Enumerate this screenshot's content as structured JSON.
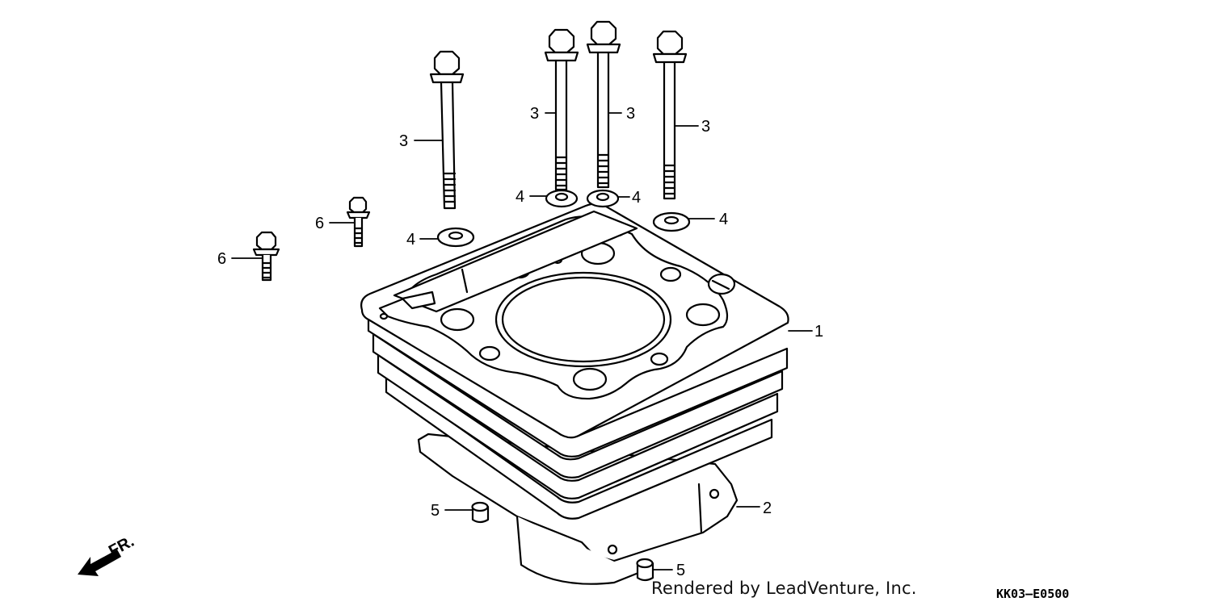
{
  "callouts": [
    {
      "id": "c1",
      "label": "1"
    },
    {
      "id": "c2",
      "label": "2"
    },
    {
      "id": "c3a",
      "label": "3"
    },
    {
      "id": "c3b",
      "label": "3"
    },
    {
      "id": "c3c",
      "label": "3"
    },
    {
      "id": "c3d",
      "label": "3"
    },
    {
      "id": "c4a",
      "label": "4"
    },
    {
      "id": "c4b",
      "label": "4"
    },
    {
      "id": "c4c",
      "label": "4"
    },
    {
      "id": "c4d",
      "label": "4"
    },
    {
      "id": "c5a",
      "label": "5"
    },
    {
      "id": "c5b",
      "label": "5"
    },
    {
      "id": "c6a",
      "label": "6"
    },
    {
      "id": "c6b",
      "label": "6"
    }
  ],
  "direction_label": "FR.",
  "credit": "Rendered by LeadVenture, Inc.",
  "diagram_code": "KK03–E0500",
  "colors": {
    "line": "#000000",
    "background": "#ffffff"
  }
}
